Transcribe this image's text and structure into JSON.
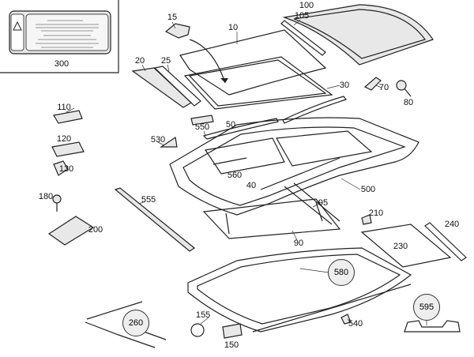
{
  "callouts": [
    {
      "id": "300"
    },
    {
      "id": "15"
    },
    {
      "id": "10"
    },
    {
      "id": "105"
    },
    {
      "id": "100"
    },
    {
      "id": "20"
    },
    {
      "id": "25"
    },
    {
      "id": "30"
    },
    {
      "id": "70"
    },
    {
      "id": "80"
    },
    {
      "id": "110"
    },
    {
      "id": "120"
    },
    {
      "id": "130"
    },
    {
      "id": "180"
    },
    {
      "id": "200"
    },
    {
      "id": "550"
    },
    {
      "id": "50"
    },
    {
      "id": "530"
    },
    {
      "id": "560"
    },
    {
      "id": "555"
    },
    {
      "id": "40"
    },
    {
      "id": "500"
    },
    {
      "id": "95"
    },
    {
      "id": "210"
    },
    {
      "id": "240"
    },
    {
      "id": "230"
    },
    {
      "id": "90"
    },
    {
      "id": "580"
    },
    {
      "id": "595"
    },
    {
      "id": "260"
    },
    {
      "id": "155"
    },
    {
      "id": "150"
    },
    {
      "id": "540"
    }
  ],
  "warning_label": {
    "title": "Glass / Sunroof label"
  }
}
